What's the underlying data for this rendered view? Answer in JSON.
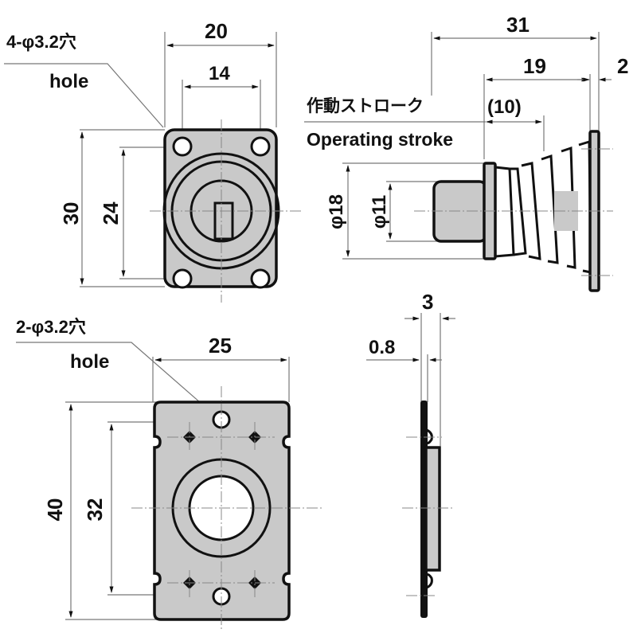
{
  "drawing": {
    "title": "Plunger latch dimensional drawing",
    "views": {
      "front_top": {
        "hole_note": "4-φ3.2穴",
        "hole_note_en": "hole",
        "dims": {
          "width_outer": "20",
          "width_holes": "14",
          "height_outer": "30",
          "height_holes": "24"
        }
      },
      "side_top": {
        "dims": {
          "overall_length": "31",
          "body_length": "19",
          "flange_thickness": "2",
          "dia_body": "φ18",
          "dia_plunger": "φ11"
        },
        "stroke_note": "作動ストローク",
        "stroke_value": "(10)",
        "stroke_note_en": "Operating stroke"
      },
      "plate_front": {
        "hole_note": "2-φ3.2穴",
        "hole_note_en": "hole",
        "dims": {
          "width": "25",
          "height_outer": "40",
          "height_holes": "32"
        }
      },
      "plate_side": {
        "dims": {
          "thickness_total": "3",
          "thickness_plate": "0.8"
        }
      }
    },
    "colors": {
      "line": "#111111",
      "fill": "#c9c9c9",
      "dimension": "#777777",
      "background": "#ffffff"
    }
  }
}
